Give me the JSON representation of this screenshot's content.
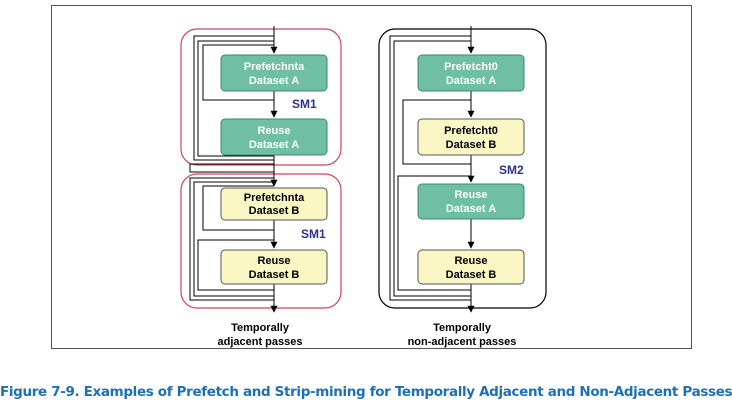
{
  "colors": {
    "reuse_fill": "#6fbfa4",
    "reuse_stroke": "#3a8a70",
    "prefetch_b_fill": "#fbf7c4",
    "prefetch_b_stroke": "#555555",
    "outline_left": "#d2445a",
    "outline_right": "#000000",
    "sm_label": "#2e3192",
    "caption": "#1f6fb2",
    "box_text_light": "#ffffff",
    "box_text_dark": "#000000"
  },
  "left_column": {
    "boxes": [
      {
        "line1": "Prefetchnta",
        "line2": "Dataset A",
        "style": "teal"
      },
      {
        "line1": "Reuse",
        "line2": "Dataset A",
        "style": "teal"
      },
      {
        "line1": "Prefetchnta",
        "line2": "Dataset B",
        "style": "yellow"
      },
      {
        "line1": "Reuse",
        "line2": "Dataset B",
        "style": "yellow"
      }
    ],
    "sm_labels": [
      "SM1",
      "SM1"
    ],
    "caption_line1": "Temporally",
    "caption_line2": "adjacent passes"
  },
  "right_column": {
    "boxes": [
      {
        "line1": "Prefetcht0",
        "line2": "Dataset A",
        "style": "teal"
      },
      {
        "line1": "Prefetcht0",
        "line2": "Dataset B",
        "style": "yellow"
      },
      {
        "line1": "Reuse",
        "line2": "Dataset A",
        "style": "teal"
      },
      {
        "line1": "Reuse",
        "line2": "Dataset B",
        "style": "yellow"
      }
    ],
    "sm_labels": [
      "SM2"
    ],
    "caption_line1": "Temporally",
    "caption_line2": "non-adjacent passes"
  },
  "figure_caption": "Figure 7-9.  Examples of Prefetch and Strip-mining for Temporally Adjacent and Non-Adjacent Passes"
}
